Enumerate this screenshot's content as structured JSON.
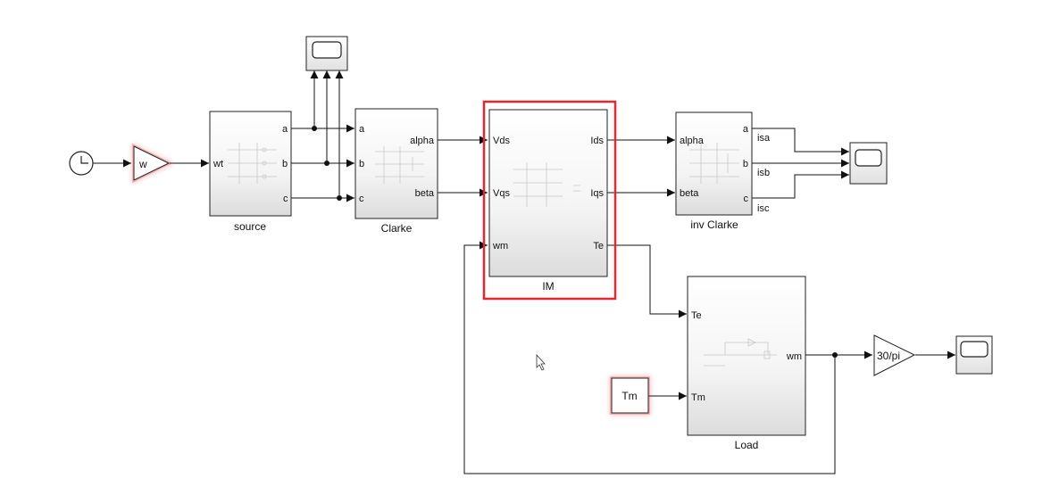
{
  "blocks": {
    "gain_w": {
      "text": "w"
    },
    "source": {
      "name": "source",
      "in": [
        "wt"
      ],
      "out": [
        "a",
        "b",
        "c"
      ]
    },
    "clarke": {
      "name": "Clarke",
      "in": [
        "a",
        "b",
        "c"
      ],
      "out": [
        "alpha",
        "beta"
      ]
    },
    "im": {
      "name": "IM",
      "in": [
        "Vds",
        "Vqs",
        "wm"
      ],
      "out": [
        "Ids",
        "Iqs",
        "Te"
      ]
    },
    "inv_clarke": {
      "name": "inv Clarke",
      "in": [
        "alpha",
        "beta"
      ],
      "out": [
        "a",
        "b",
        "c"
      ]
    },
    "load": {
      "name": "Load",
      "in": [
        "Te",
        "Tm"
      ],
      "out": [
        "wm"
      ]
    },
    "const_tm": {
      "text": "Tm"
    },
    "gain_30pi": {
      "text": "30/pi"
    }
  },
  "signals": {
    "isa": "isa",
    "isb": "isb",
    "isc": "isc"
  },
  "colors": {
    "highlight": "#e8262b",
    "block_border": "#222222",
    "wire": "#111111"
  }
}
